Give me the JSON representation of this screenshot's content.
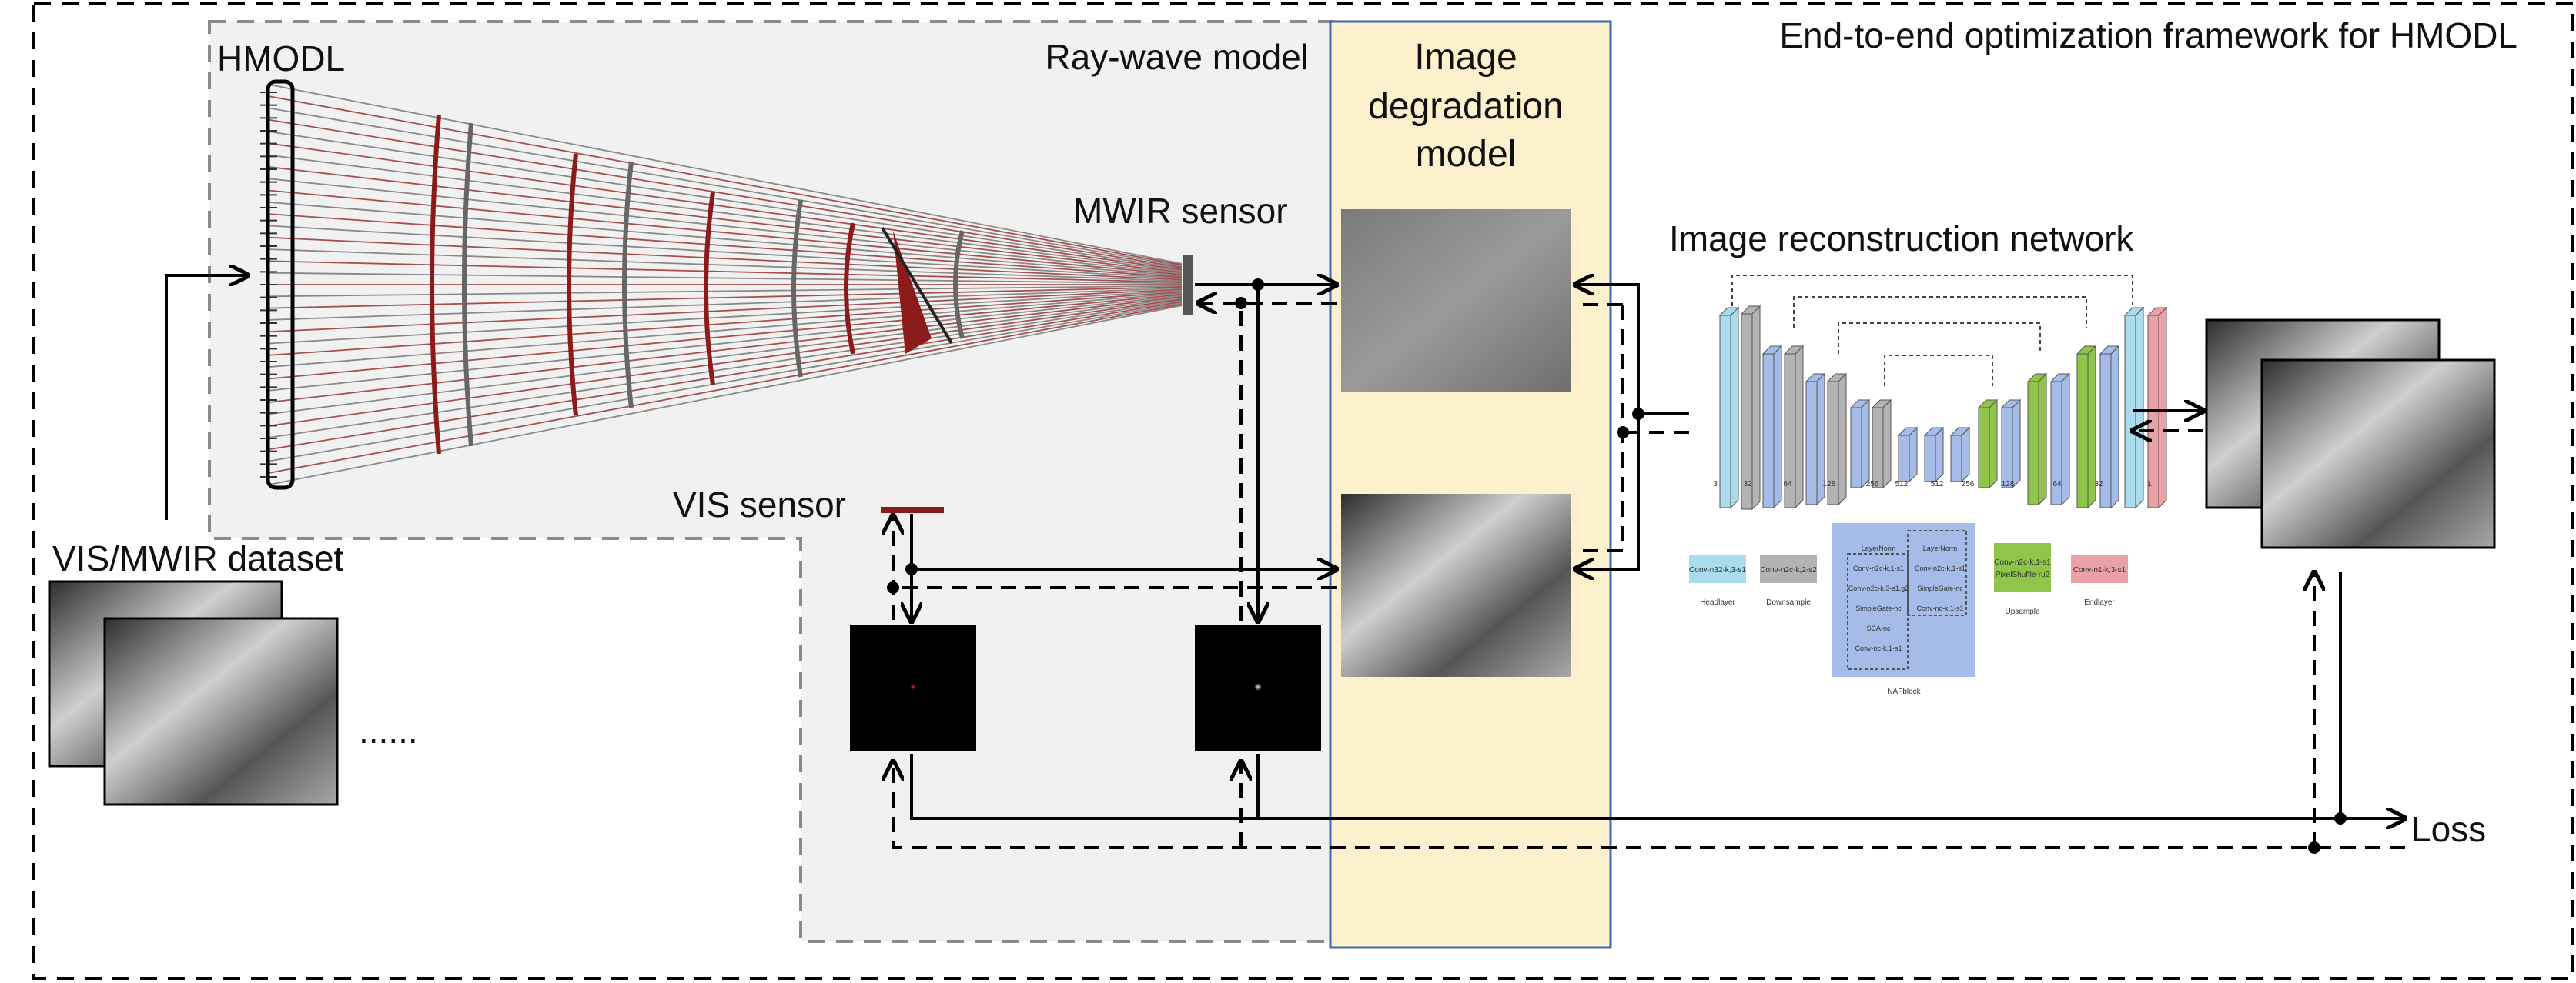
{
  "framework_title": "End-to-end optimization framework for HMODL",
  "raywave": {
    "title": "Ray-wave model",
    "lens_label": "HMODL"
  },
  "degradation": {
    "title_lines": [
      "Image",
      "degradation",
      "model"
    ]
  },
  "sensors": {
    "mwir": "MWIR sensor",
    "vis": "VIS sensor"
  },
  "dataset": {
    "label": "VIS/MWIR dataset",
    "ellipsis": "......"
  },
  "network": {
    "title": "Image reconstruction network",
    "channel_labels": [
      "3",
      "32",
      "64",
      "128",
      "256",
      "512",
      "512",
      "256",
      "128",
      "64",
      "32",
      "1"
    ],
    "legend": [
      {
        "box": "Conv-n32-k,3-s1",
        "caption": "Headlayer",
        "color": "#a9dcec"
      },
      {
        "box": "Conv-n2c-k,2-s2",
        "caption": "Downsample",
        "color": "#b3b3b3"
      },
      {
        "box_lines": [
          "Conv-n2c-k,1-s1",
          "PixelShuffle-ru2"
        ],
        "caption": "Upsample",
        "color": "#8fc64a"
      },
      {
        "box": "Conv-n1-k,3-s1",
        "caption": "Endlayer",
        "color": "#e9a0a6"
      }
    ],
    "nafblock": {
      "caption": "NAFblock",
      "left_col": [
        "LayerNorm",
        "Conv-n2c-k,1-s1",
        "Conv-n2c-k,3-s1,g2",
        "SimpleGate-nc",
        "SCA-nc",
        "Conv-nc-k,1-s1"
      ],
      "right_col": [
        "LayerNorm",
        "Conv-n2c-k,1-s1",
        "SimpleGate-nc",
        "Conv-nc-k,1-s1"
      ],
      "color": "#a6bce8"
    }
  },
  "loss": "Loss",
  "colors": {
    "lens_red": "#8b1a1a",
    "raywave_bg": "#f1f1f1",
    "degradation_bg": "#fdf0cc",
    "degradation_border": "#3d6ab0",
    "block_blue": "#a6bce8",
    "block_gray": "#b3b3b3",
    "block_green": "#8fc64a",
    "block_cyan": "#a9dcec",
    "block_red": "#e9a0a6"
  }
}
